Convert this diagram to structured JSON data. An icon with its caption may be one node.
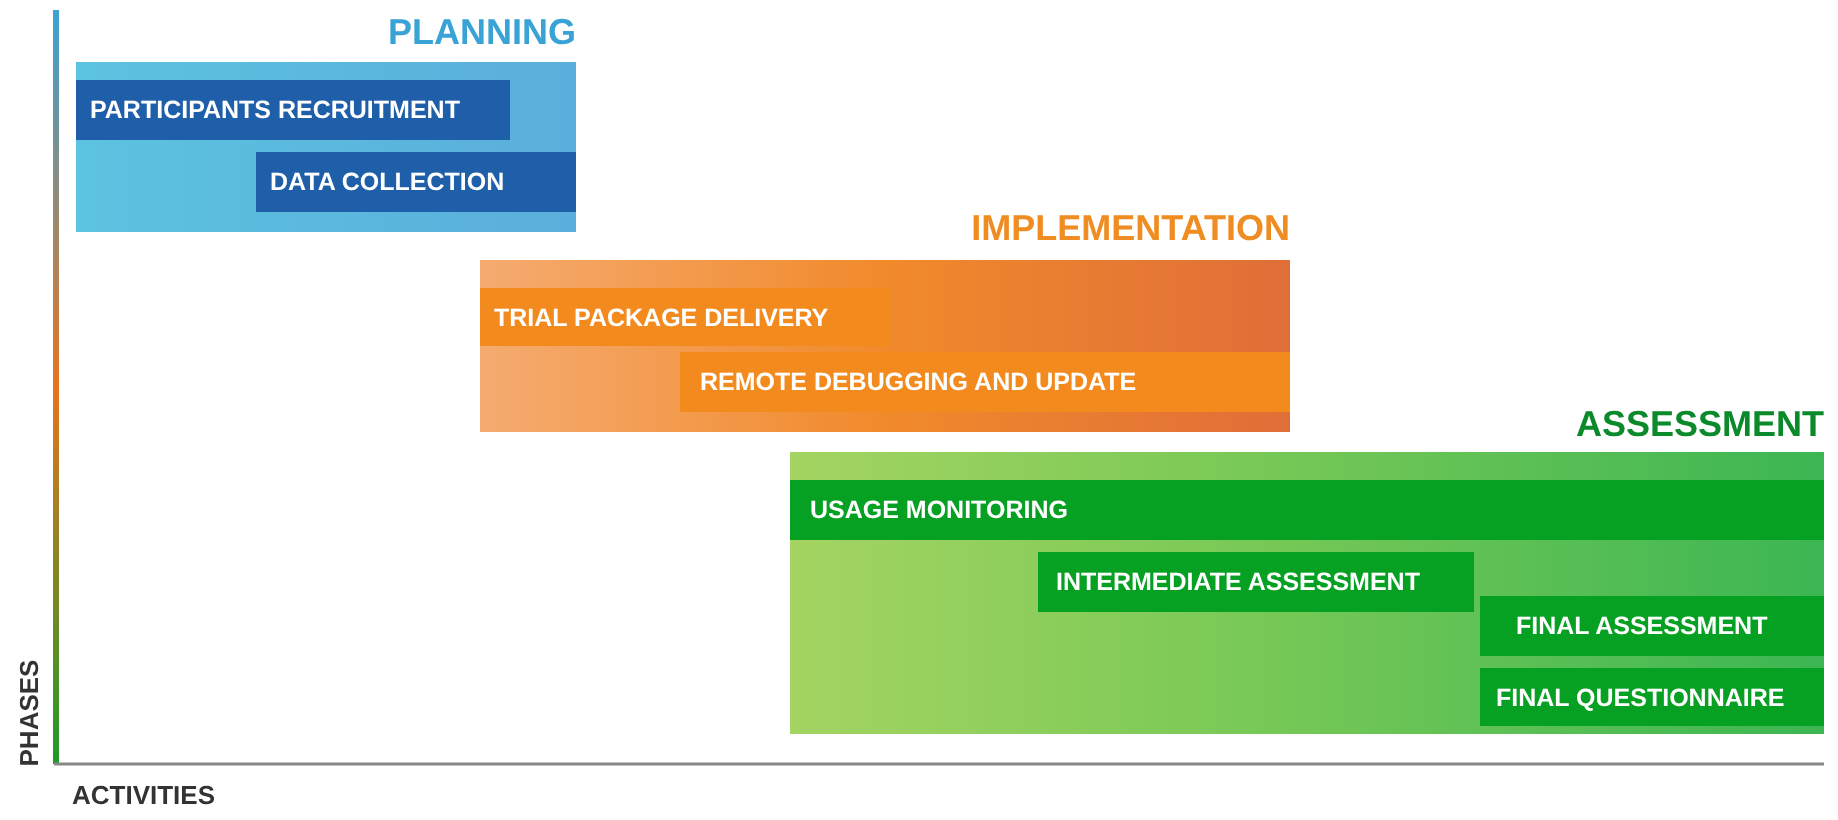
{
  "diagram": {
    "nodes": [
      {
        "text": [
          "PLANNING"
        ]
      },
      {
        "text": [
          "PARTICIPANTS RECRUITMENT"
        ],
        "in": 0
      },
      {
        "text": [
          "DATA COLLECTION"
        ],
        "in": 0
      },
      {
        "text": [
          "IMPLEMENTATION"
        ]
      },
      {
        "text": [
          "TRIAL PACKAGE DELIVERY"
        ],
        "in": 3
      },
      {
        "text": [
          "REMOTE DEBUGGING AND UPDATE"
        ],
        "in": 3
      },
      {
        "text": [
          "ASSESSMENT"
        ]
      },
      {
        "text": [
          "USAGE MONITORING"
        ],
        "in": 6
      },
      {
        "text": [
          "INTERMEDIATE ASSESSMENT"
        ],
        "in": 6
      },
      {
        "text": [
          "FINAL ASSESSMENT"
        ],
        "in": 6
      },
      {
        "text": [
          "FINAL QUESTIONNAIRE"
        ],
        "in": 6
      }
    ],
    "labels": [
      "PHASES",
      "ACTIVITIES"
    ]
  }
}
